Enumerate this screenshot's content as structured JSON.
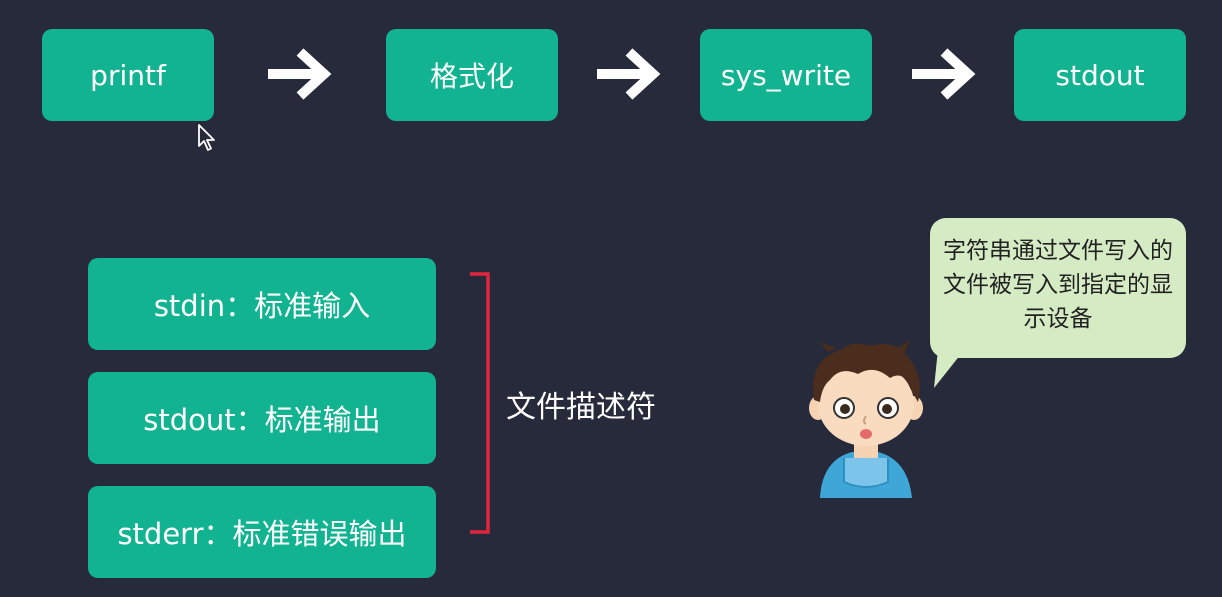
{
  "flow": {
    "steps": [
      "printf",
      "格式化",
      "sys_write",
      "stdout"
    ]
  },
  "descriptors": {
    "items": [
      "stdin：标准输入",
      "stdout：标准输出",
      "stderr：标准错误输出"
    ],
    "label": "文件描述符"
  },
  "speech": {
    "text": "字符串通过文件写入的文件被写入到指定的显示设备"
  },
  "colors": {
    "background": "#272a3b",
    "box": "#12b391",
    "bracket": "#e0263c",
    "bubble": "#d5ebc4"
  },
  "icons": {
    "arrow": "right-arrow-icon",
    "cursor": "mouse-pointer-icon",
    "character": "boy-character"
  }
}
